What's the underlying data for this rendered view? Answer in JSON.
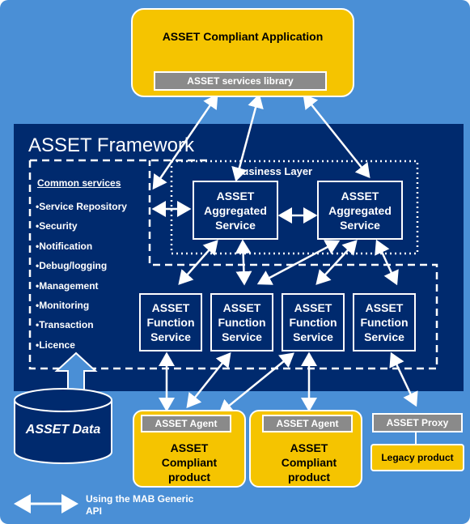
{
  "app": {
    "title": "ASSET Compliant Application",
    "library": "ASSET services library"
  },
  "framework": {
    "title": "ASSET Framework",
    "business_layer": "Business Layer",
    "common_services_title": "Common services",
    "common_services": [
      "•Service Repository",
      "•Security",
      "•Notification",
      "•Debug/logging",
      "•Management",
      "•Monitoring",
      "•Transaction",
      "•Licence"
    ],
    "aggregated": [
      "ASSET Aggregated Service",
      "ASSET Aggregated Service"
    ],
    "functions": [
      "ASSET Function Service",
      "ASSET Function Service",
      "ASSET Function Service",
      "ASSET Function Service"
    ]
  },
  "data_store": "ASSET Data",
  "products": [
    {
      "agent": "ASSET Agent",
      "name": "ASSET Compliant product"
    },
    {
      "agent": "ASSET Agent",
      "name": "ASSET Compliant product"
    }
  ],
  "proxy": {
    "label": "ASSET Proxy",
    "legacy": "Legacy product"
  },
  "legend": {
    "text": "Using the MAB Generic API"
  },
  "colors": {
    "background": "#4a8fd6",
    "framework": "#002a6e",
    "yellow": "#f5c400",
    "grey": "#8a8a8a"
  }
}
